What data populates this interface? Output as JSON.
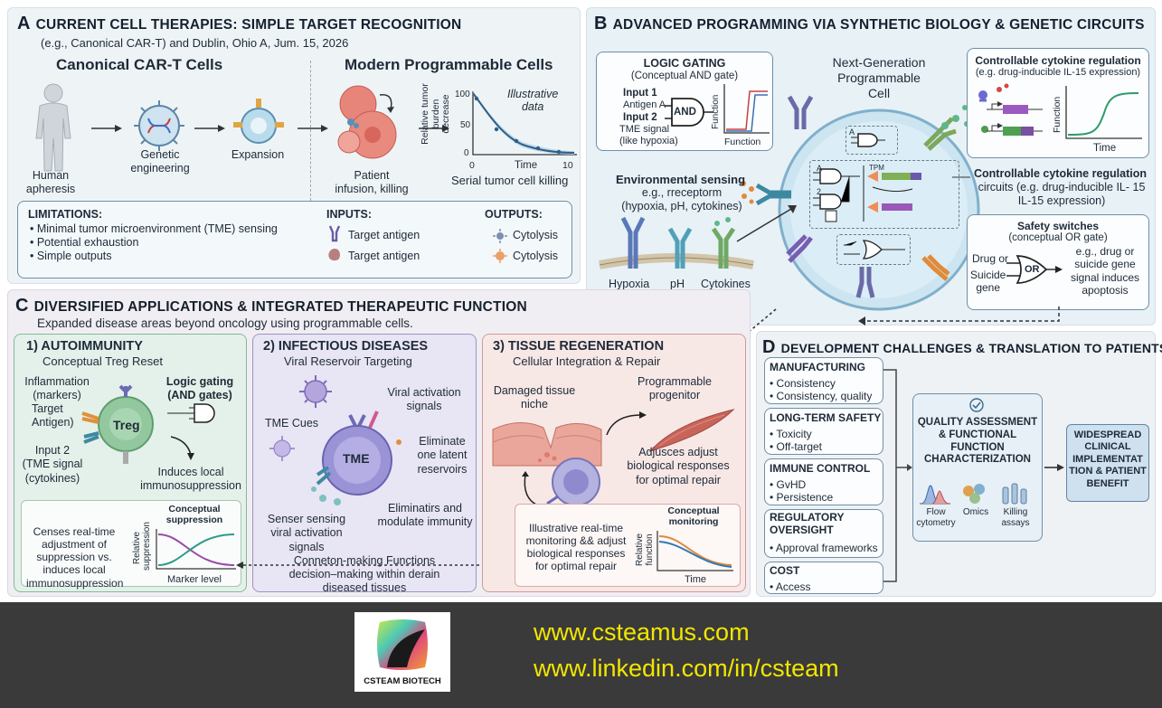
{
  "panel_a": {
    "letter": "A",
    "title": "CURRENT CELL THERAPIES: SIMPLE TARGET RECOGNITION",
    "subtitle": "(e.g., Canonical CAR-T) and Dublin, Ohio A, Jum. 15, 2026",
    "left_heading": "Canonical CAR-T Cells",
    "right_heading": "Modern Programmable Cells",
    "steps": [
      "Human\napheresis",
      "Genetic\nengineering",
      "Expansion",
      "Patient\ninfusion, killing"
    ],
    "chart": {
      "ylabel": "Relative tumor\nburden decrease",
      "xlabel": "Time",
      "note": "Illustrative\ndata",
      "caption": "Serial tumor cell killing",
      "yticks": [
        "100",
        "50",
        "0"
      ],
      "xticks": [
        "0",
        "10"
      ]
    },
    "limitations_title": "LIMITATIONS:",
    "limitations": [
      "• Minimal tumor microenvironment (TME) sensing",
      "• Potential exhaustion",
      "• Simple outputs"
    ],
    "inputs_title": "INPUTS:",
    "inputs": [
      "Target antigen",
      "Target antigen"
    ],
    "outputs_title": "OUTPUTS:",
    "outputs": [
      "Cytolysis",
      "Cytolysis"
    ]
  },
  "panel_b": {
    "letter": "B",
    "title": "ADVANCED PROGRAMMING VIA SYNTHETIC BIOLOGY & GENETIC CIRCUITS",
    "logic_title": "LOGIC GATING",
    "logic_sub": "(Conceptual AND gate)",
    "input1": "Input 1",
    "input1_sub": "Antigen A",
    "input2": "Input 2",
    "input2_sub": "TME signal\n(like hypoxia)",
    "and_label": "AND",
    "logic_ylabel": "Function",
    "logic_xlabel": "Function",
    "center_title": "Next-Generation\nProgrammable\nCell",
    "env_title": "Environmental sensing",
    "env_sub": "e.g., rreceptorm\n(hypoxia, pH, cytokines)",
    "receptors": [
      "Hypoxia",
      "pH",
      "Cytokines"
    ],
    "cyto_title": "Controllable cytokine regulation",
    "cyto_sub": "(e.g. drug-inducible IL-15 expression)",
    "cyto_ylabel": "Function",
    "cyto_xlabel": "Time",
    "cyto2_title": "Controllable cytokine regulation",
    "cyto2_sub": "circuits (e.g. drug-inducible IL- 15\nIL-15 expression)",
    "safety_title": "Safety switches",
    "safety_sub": "(conceptual OR gate)",
    "safety_in1": "Drug or",
    "safety_in2": "Suicide\ngene",
    "or_label": "OR",
    "safety_out": "e.g., drug or\nsuicide gene\nsignal induces\napoptosis",
    "cell_gate_labels": [
      "A",
      "A",
      "2",
      "TPM"
    ]
  },
  "panel_c": {
    "letter": "C",
    "title": "DIVERSIFIED APPLICATIONS & INTEGRATED THERAPEUTIC FUNCTION",
    "subtitle": "Expanded disease areas beyond oncology using programmable cells.",
    "auto": {
      "title": "1) AUTOIMMUNITY",
      "sub": "Conceptual Treg Reset",
      "inflam": "Inflammation\n(markers)",
      "target": "Target\nAntigen)",
      "input2": "Input 2\n(TME signal\n(cytokines)",
      "cell": "Treg",
      "gate": "Logic gating\n(AND gates)",
      "induces": "Induces local\nimmunosuppression",
      "censes": "Censes real-time\nadjustment of\nsuppression vs.\ninduces local\nimmunosuppression",
      "chart_title": "Conceptual\nsuppression",
      "chart_ylabel": "Relative\nsuppression",
      "chart_xlabel": "Marker level"
    },
    "infect": {
      "title": "2) INFECTIOUS DISEASES",
      "sub": "Viral Reservoir Targeting",
      "cues": "TME Cues",
      "viral": "Viral activation\nsignals",
      "cell": "TME",
      "elim1": "Eliminate\none latent\nreservoirs",
      "elim2": "Eliminatirs and\nmodulate immunity",
      "sensing": "Senser sensing\nviral activation\nsignals",
      "bottom": "Conneton-making Functions\ndecision–making within derain\ndiseased tissues"
    },
    "tissue": {
      "title": "3) TISSUE REGENERATION",
      "sub": "Cellular Integration & Repair",
      "damaged": "Damaged tissue\nniche",
      "prog": "Programmable\nprogenitor",
      "adjust": "Adjusces adjust\nbiological responses\nfor optimal repair",
      "monitor": "Illustrative real-time\nmonitoring && adjust\nbiological responses\nfor optimal repair",
      "chart_title": "Conceptual\nmonitoring",
      "chart_ylabel": "Relative\nfunction",
      "chart_xlabel": "Time"
    }
  },
  "panel_d": {
    "letter": "D",
    "title": "DEVELOPMENT CHALLENGES & TRANSLATION TO PATIENTS",
    "groups": [
      {
        "title": "MANUFACTURING",
        "items": [
          "• Consistency",
          "• Consistency, quality"
        ]
      },
      {
        "title": "LONG-TERM SAFETY",
        "items": [
          "• Toxicity",
          "• Off-target"
        ]
      },
      {
        "title": "IMMUNE CONTROL",
        "items": [
          "• GvHD",
          "• Persistence"
        ]
      },
      {
        "title": "REGULATORY\nOVERSIGHT",
        "items": [
          "• Approval frameworks"
        ]
      },
      {
        "title": "COST",
        "items": [
          "• Access"
        ]
      }
    ],
    "quality_title": "QUALITY ASSESSMENT\n& FUNCTIONAL\nFUNCTION\nCHARACTERIZATION",
    "assays": [
      "Flow\ncytometry",
      "Omics",
      "Killing\nassays"
    ],
    "final": "WIDESPREAD\nCLINICAL\nIMPLEMENTAT\nTION & PATIENT\nBENEFIT"
  },
  "footer": {
    "logo_text": "CSTEAM BIOTECH",
    "url1": "www.csteamus.com",
    "url2": "www.linkedin.com/in/csteam",
    "link_color": "#f2e600",
    "bg_color": "#3a3a3a"
  }
}
